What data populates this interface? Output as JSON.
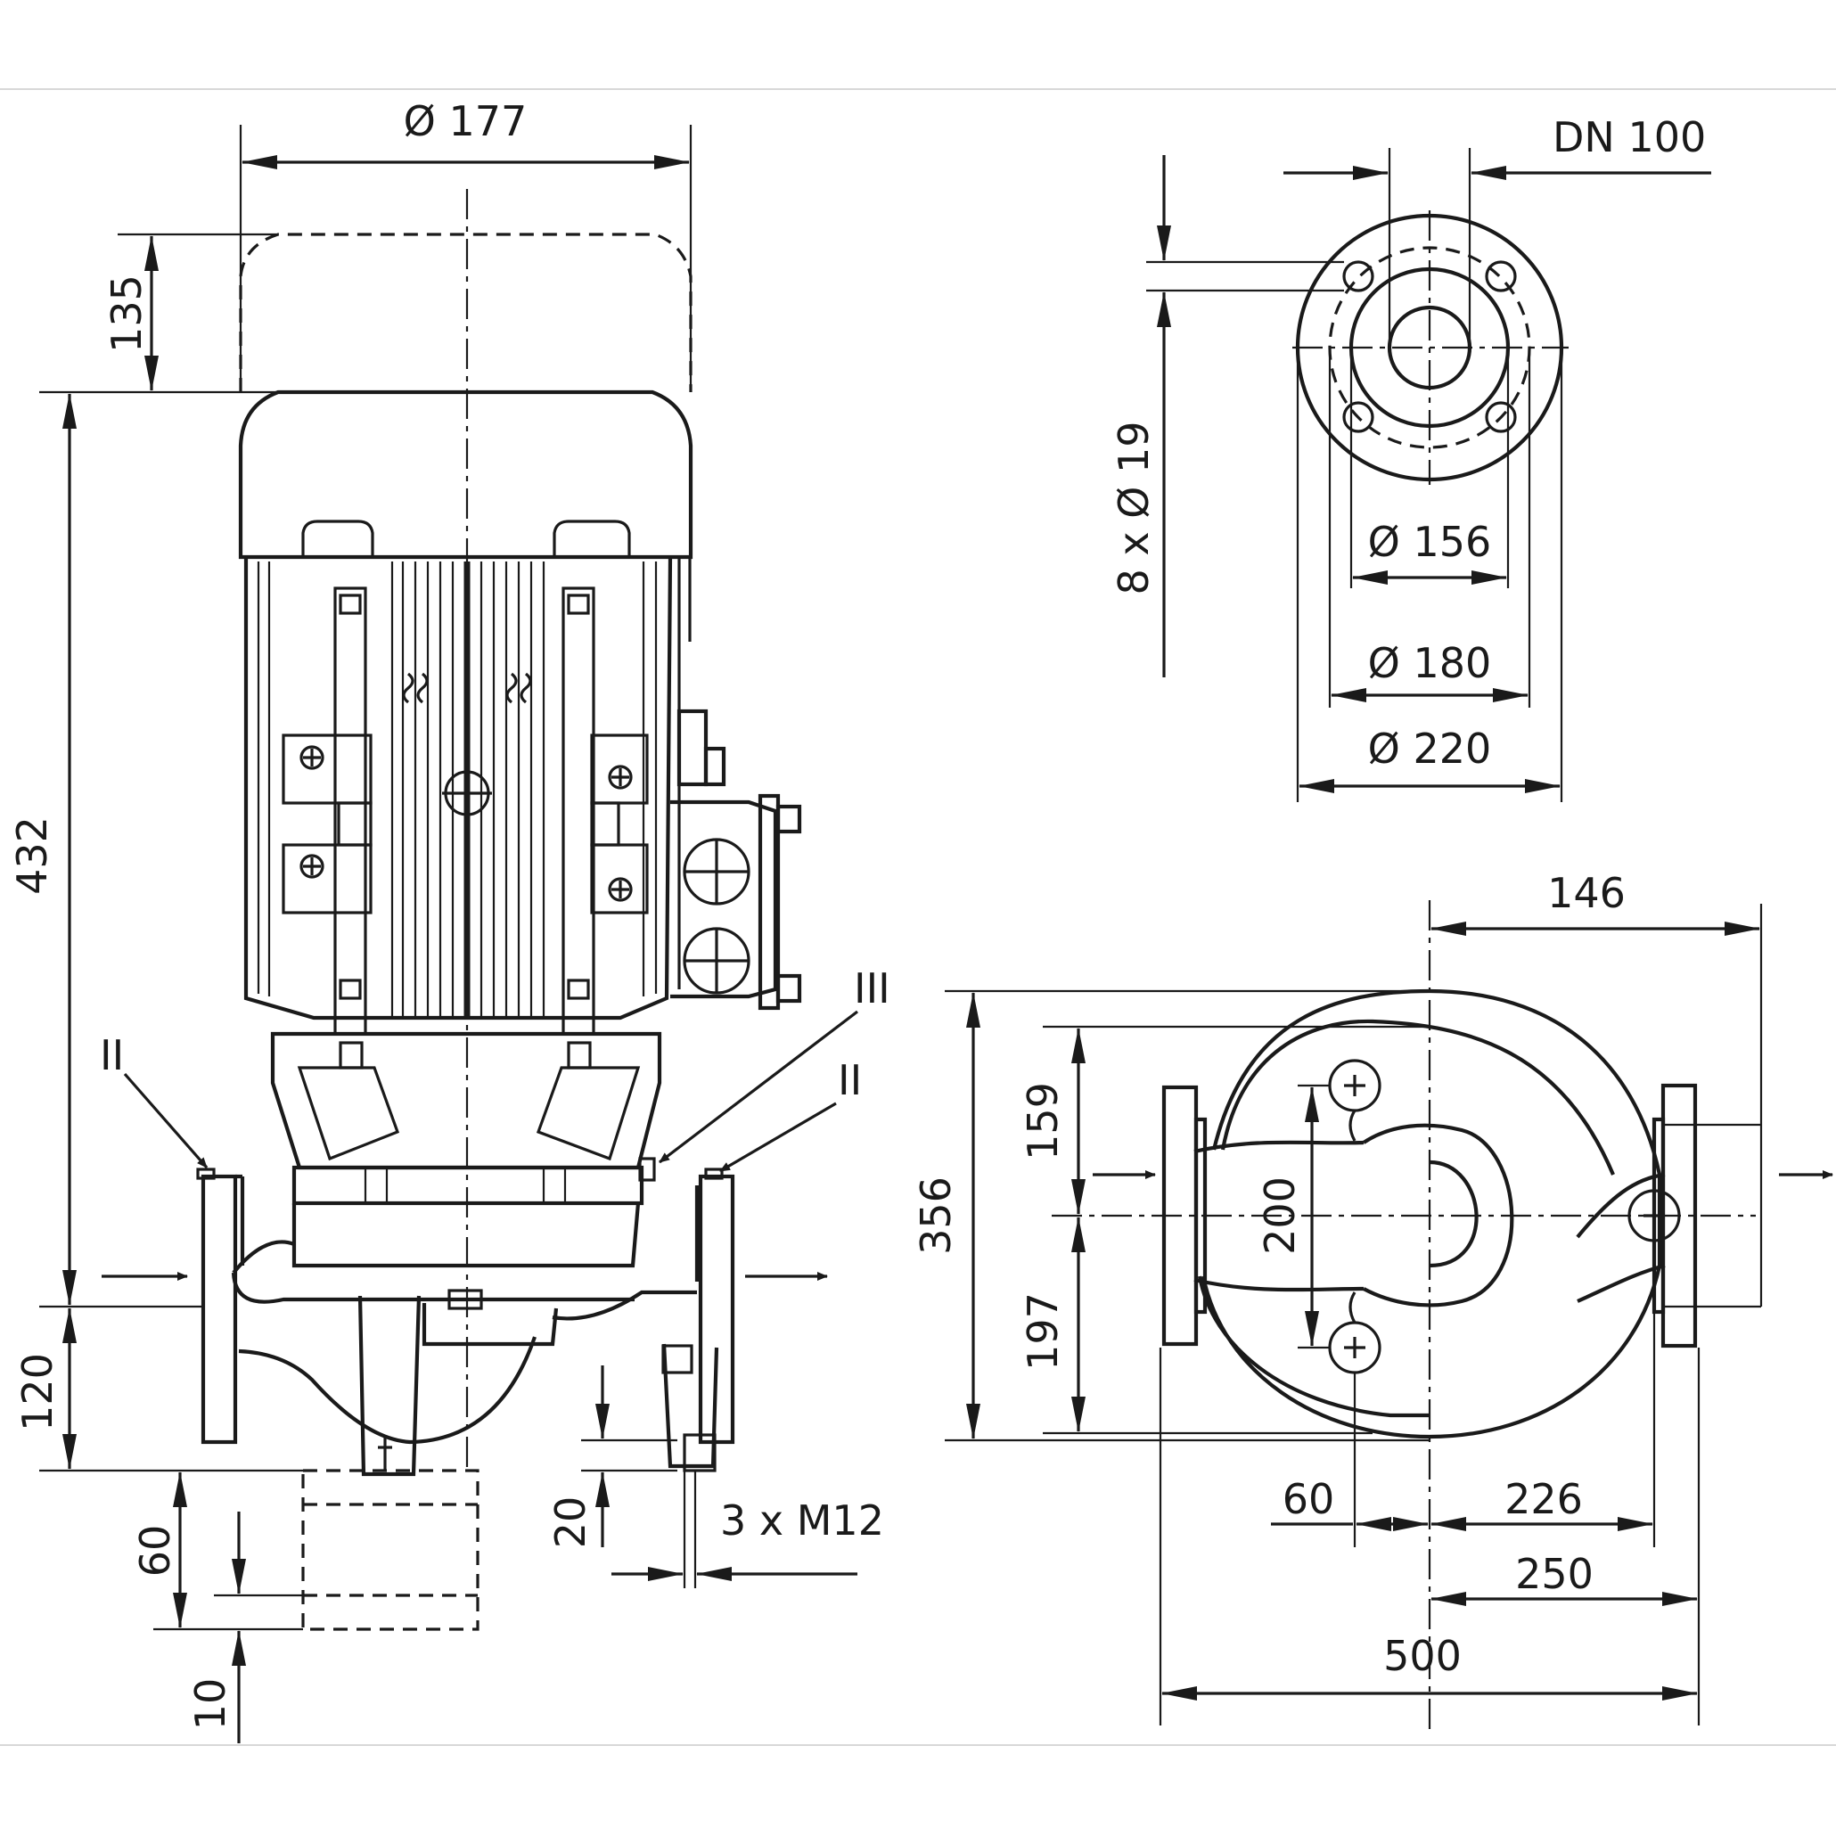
{
  "side_view": {
    "motor_diameter": "Ø 177",
    "fan_clearance": "135",
    "overall_height": "432",
    "pipe_center_height": "120",
    "pedestal_height": "60",
    "pedestal_offset": "10",
    "foot_thickness": "20",
    "thread_spec": "3 x M12",
    "callouts": [
      "II",
      "III",
      "II"
    ]
  },
  "flange_view": {
    "nominal_size": "DN 100",
    "bolt_holes": "8 x Ø 19",
    "inner_diameter": "Ø 156",
    "bolt_circle": "Ø 180",
    "outer_diameter": "Ø 220"
  },
  "plan_view": {
    "motor_offset": "146",
    "casing_width": "356",
    "upper_section": "159",
    "lower_section": "197",
    "foot_spacing": "200",
    "foot_offset": "60",
    "outlet_offset": "226",
    "half_length": "250",
    "flange_length": "500"
  }
}
